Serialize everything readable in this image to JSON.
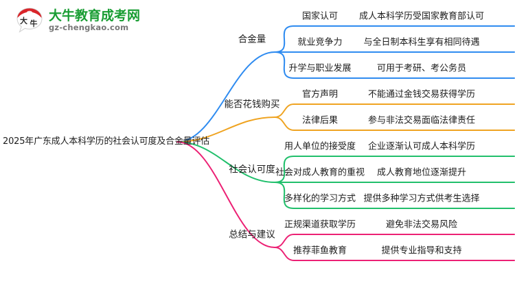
{
  "logo": {
    "mark_text": "大牛",
    "title": "大牛教育成考网",
    "domain": "gz-chengkao.com",
    "brand_green": "#199d33",
    "brand_red": "#d9252a"
  },
  "mindmap": {
    "root": {
      "label": "2025年广东成人本科学历的社会认可度及合金量评估"
    },
    "branches": [
      {
        "label": "合金量",
        "color": "#2e8bf0",
        "children": [
          {
            "label": "国家认可",
            "detail": "成人本科学历受国家教育部认可"
          },
          {
            "label": "就业竞争力",
            "detail": "与全日制本科生享有相同待遇"
          },
          {
            "label": "升学与职业发展",
            "detail": "可用于考研、考公务员"
          }
        ]
      },
      {
        "label": "能否花钱购买",
        "color": "#efa320",
        "children": [
          {
            "label": "官方声明",
            "detail": "不能通过金钱交易获得学历"
          },
          {
            "label": "法律后果",
            "detail": "参与非法交易面临法律责任"
          }
        ]
      },
      {
        "label": "社会认可度",
        "color": "#20bf6b",
        "children": [
          {
            "label": "用人单位的接受度",
            "detail": "企业逐渐认可成人本科学历"
          },
          {
            "label": "社会对成人教育的重视",
            "detail": "成人教育地位逐渐提升"
          },
          {
            "label": "多样化的学习方式",
            "detail": "提供多种学习方式供考生选择"
          }
        ]
      },
      {
        "label": "总结与建议",
        "color": "#ec2074",
        "children": [
          {
            "label": "正规渠道获取学历",
            "detail": "避免非法交易风险"
          },
          {
            "label": "推荐菲鱼教育",
            "detail": "提供专业指导和支持"
          }
        ]
      }
    ]
  }
}
